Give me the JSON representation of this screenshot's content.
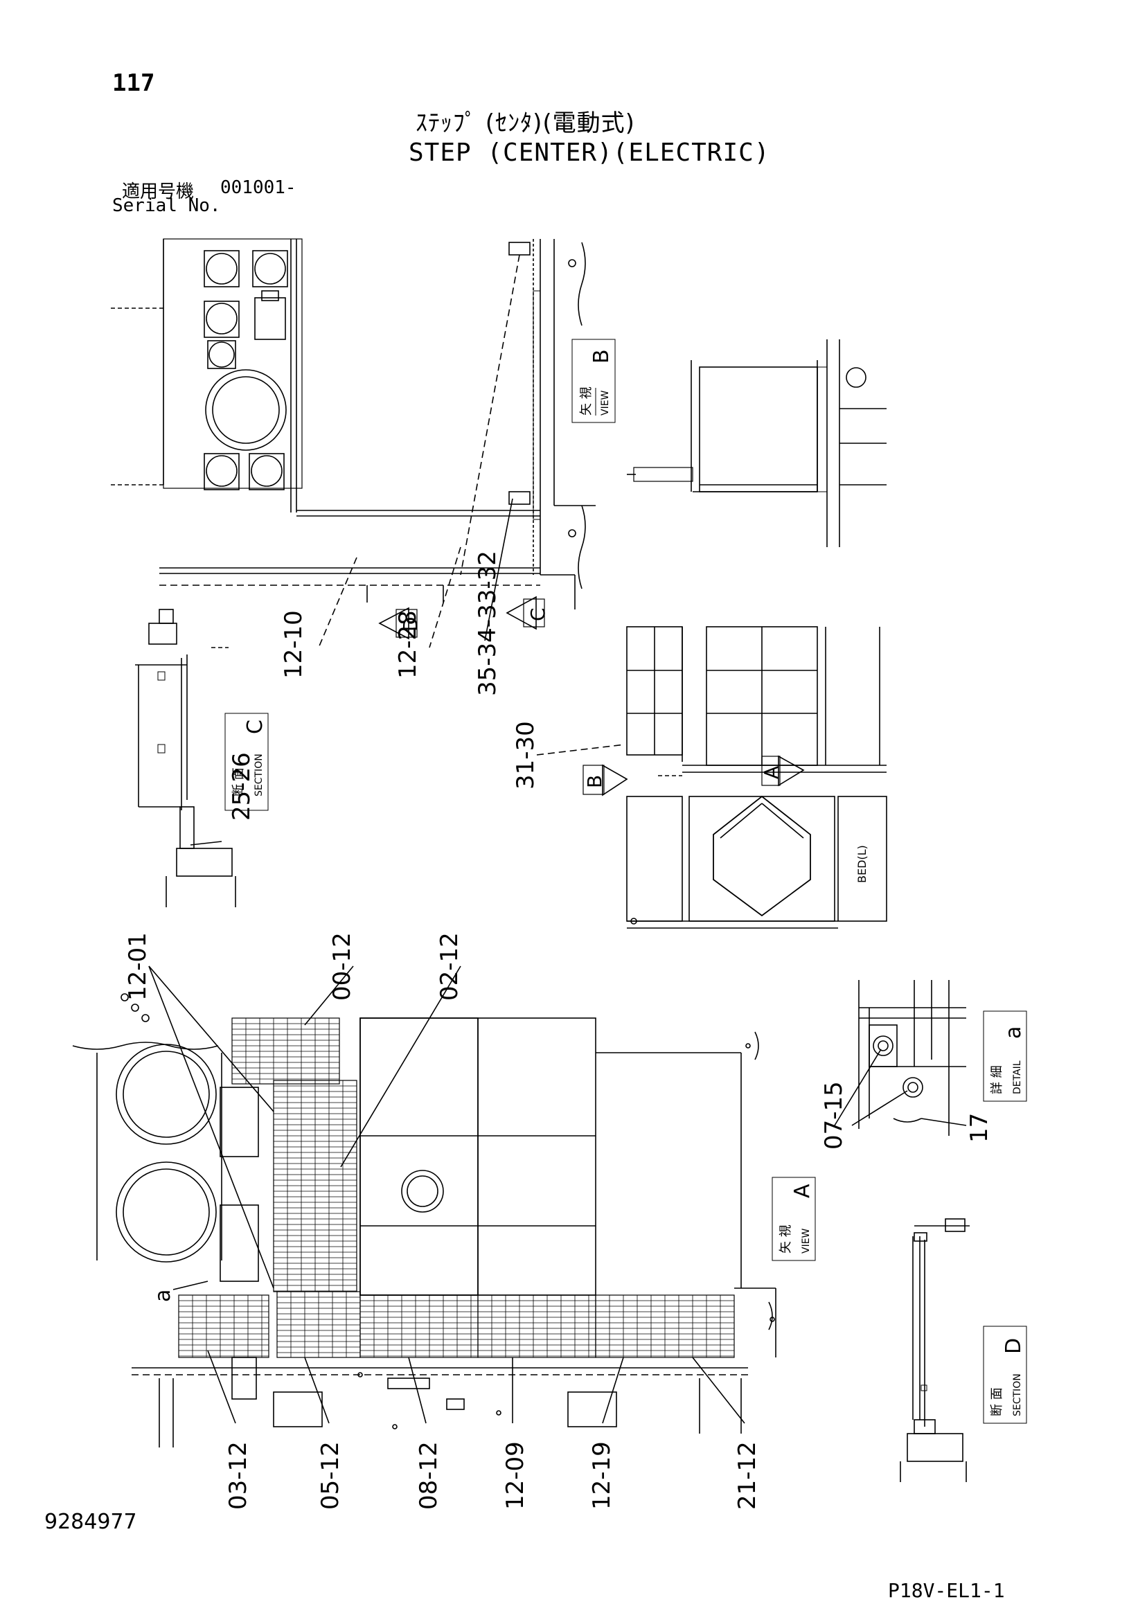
{
  "page": {
    "number": "117",
    "title_jp": "ｽﾃｯﾌﾟ (ｾﾝﾀ)(電動式)",
    "title_en": "STEP (CENTER)(ELECTRIC)",
    "serial_label_jp": "適用号機",
    "serial_code": "001001-",
    "serial_label_en": "Serial No.",
    "document_number": "9284977",
    "sheet_code": "P18V-EL1-1"
  },
  "views": {
    "view_b": {
      "jp": "矢 視",
      "en": "VIEW",
      "letter": "B"
    },
    "view_a": {
      "jp": "矢 視",
      "en": "VIEW",
      "letter": "A"
    },
    "section_c": {
      "jp": "断 面",
      "en": "SECTION",
      "letter": "C"
    },
    "section_d": {
      "jp": "断 面",
      "en": "SECTION",
      "letter": "D"
    },
    "detail_a": {
      "jp": "詳 細",
      "en": "DETAIL",
      "letter": "a"
    }
  },
  "markers": {
    "c": "C",
    "d": "D",
    "b": "B",
    "a": "A",
    "small_a": "a"
  },
  "bed_label": "BED(L)",
  "callouts": {
    "c1": "12-10",
    "c2": "12-28",
    "c3": "35-34-33-32",
    "c4": "31-30",
    "c5": "25-26",
    "c6": "12-01",
    "c7": "00-12",
    "c8": "02-12",
    "c9": "07-15",
    "c10": "17",
    "c11": "03-12",
    "c12": "05-12",
    "c13": "08-12",
    "c14": "12-09",
    "c15": "12-19",
    "c16": "21-12"
  }
}
